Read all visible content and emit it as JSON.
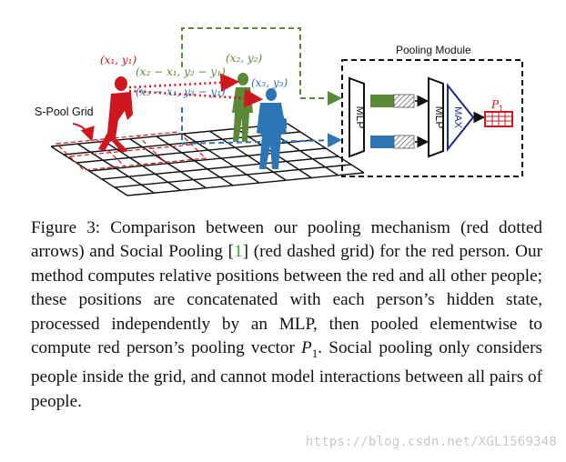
{
  "figure": {
    "labels": {
      "red_pos": "(x₁, y₁)",
      "green_pos": "(x₂, y₂)",
      "blue_pos": "(x₃, y₃)",
      "green_rel": "(x₂ − x₁, y₂ − y₁)",
      "blue_rel": "(x₃ − x₁, y₃ − y₁)",
      "spool": "S-Pool Grid",
      "module_title": "Pooling Module",
      "mlp1": "MLP",
      "mlp2": "MLP",
      "max": "MAX",
      "output": "P",
      "output_sub": "1"
    },
    "colors": {
      "red": "#d0171f",
      "green": "#5a8a35",
      "blue": "#2e75b6",
      "navy": "#1f2a8c",
      "black": "#111111"
    }
  },
  "caption": {
    "s1": "Figure 3: Comparison between our pooling mechanism (red dotted arrows) and Social Pooling [",
    "ref": "1",
    "s2": "] (red dashed grid) for the red person. Our method computes relative positions be­tween the red and all other people; these positions are con­catenated with each person’s hidden state, processed inde­pendently by an MLP, then pooled elementwise to compute red person’s pooling vector ",
    "math_p": "P",
    "math_sub": "1",
    "s3": ". Social pooling only con­siders people inside the grid, and cannot model interactions between all pairs of people."
  },
  "watermark": "https://blog.csdn.net/XGL1569348"
}
